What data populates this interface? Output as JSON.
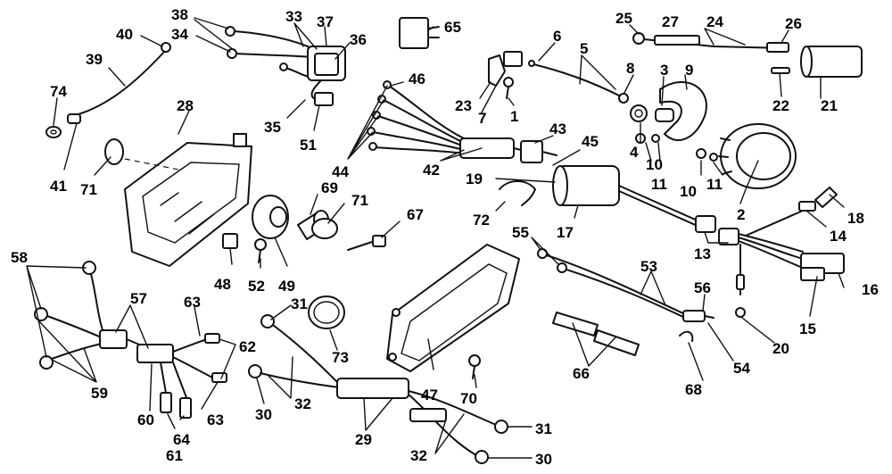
{
  "labels": [
    {
      "id": "38",
      "text": "38"
    },
    {
      "id": "33",
      "text": "33"
    },
    {
      "id": "37",
      "text": "37"
    },
    {
      "id": "40",
      "text": "40"
    },
    {
      "id": "34",
      "text": "34"
    },
    {
      "id": "36",
      "text": "36"
    },
    {
      "id": "65",
      "text": "65"
    },
    {
      "id": "25",
      "text": "25"
    },
    {
      "id": "27",
      "text": "27"
    },
    {
      "id": "24",
      "text": "24"
    },
    {
      "id": "26",
      "text": "26"
    },
    {
      "id": "6",
      "text": "6"
    },
    {
      "id": "5",
      "text": "5"
    },
    {
      "id": "39",
      "text": "39"
    },
    {
      "id": "8",
      "text": "8"
    },
    {
      "id": "3",
      "text": "3"
    },
    {
      "id": "9",
      "text": "9"
    },
    {
      "id": "74",
      "text": "74"
    },
    {
      "id": "46",
      "text": "46"
    },
    {
      "id": "23",
      "text": "23"
    },
    {
      "id": "7",
      "text": "7"
    },
    {
      "id": "1",
      "text": "1"
    },
    {
      "id": "22",
      "text": "22"
    },
    {
      "id": "21",
      "text": "21"
    },
    {
      "id": "28",
      "text": "28"
    },
    {
      "id": "35",
      "text": "35"
    },
    {
      "id": "51",
      "text": "51"
    },
    {
      "id": "43",
      "text": "43"
    },
    {
      "id": "45",
      "text": "45"
    },
    {
      "id": "4",
      "text": "4"
    },
    {
      "id": "10a",
      "text": "10"
    },
    {
      "id": "11a",
      "text": "11"
    },
    {
      "id": "44",
      "text": "44"
    },
    {
      "id": "42",
      "text": "42"
    },
    {
      "id": "41",
      "text": "41"
    },
    {
      "id": "71a",
      "text": "71"
    },
    {
      "id": "19",
      "text": "19"
    },
    {
      "id": "10b",
      "text": "10"
    },
    {
      "id": "11b",
      "text": "11"
    },
    {
      "id": "69",
      "text": "69"
    },
    {
      "id": "71b",
      "text": "71"
    },
    {
      "id": "67",
      "text": "67"
    },
    {
      "id": "72",
      "text": "72"
    },
    {
      "id": "17",
      "text": "17"
    },
    {
      "id": "2",
      "text": "2"
    },
    {
      "id": "18",
      "text": "18"
    },
    {
      "id": "14",
      "text": "14"
    },
    {
      "id": "58",
      "text": "58"
    },
    {
      "id": "55",
      "text": "55"
    },
    {
      "id": "13",
      "text": "13"
    },
    {
      "id": "48",
      "text": "48"
    },
    {
      "id": "52",
      "text": "52"
    },
    {
      "id": "49",
      "text": "49"
    },
    {
      "id": "53",
      "text": "53"
    },
    {
      "id": "16",
      "text": "16"
    },
    {
      "id": "57",
      "text": "57"
    },
    {
      "id": "63a",
      "text": "63"
    },
    {
      "id": "31a",
      "text": "31"
    },
    {
      "id": "56",
      "text": "56"
    },
    {
      "id": "15",
      "text": "15"
    },
    {
      "id": "62",
      "text": "62"
    },
    {
      "id": "73",
      "text": "73"
    },
    {
      "id": "20",
      "text": "20"
    },
    {
      "id": "54",
      "text": "54"
    },
    {
      "id": "59",
      "text": "59"
    },
    {
      "id": "32a",
      "text": "32"
    },
    {
      "id": "47",
      "text": "47"
    },
    {
      "id": "70",
      "text": "70"
    },
    {
      "id": "66",
      "text": "66"
    },
    {
      "id": "68",
      "text": "68"
    },
    {
      "id": "60",
      "text": "60"
    },
    {
      "id": "63b",
      "text": "63"
    },
    {
      "id": "30a",
      "text": "30"
    },
    {
      "id": "64",
      "text": "64"
    },
    {
      "id": "29",
      "text": "29"
    },
    {
      "id": "31b",
      "text": "31"
    },
    {
      "id": "61",
      "text": "61"
    },
    {
      "id": "32b",
      "text": "32"
    },
    {
      "id": "30b",
      "text": "30"
    }
  ]
}
